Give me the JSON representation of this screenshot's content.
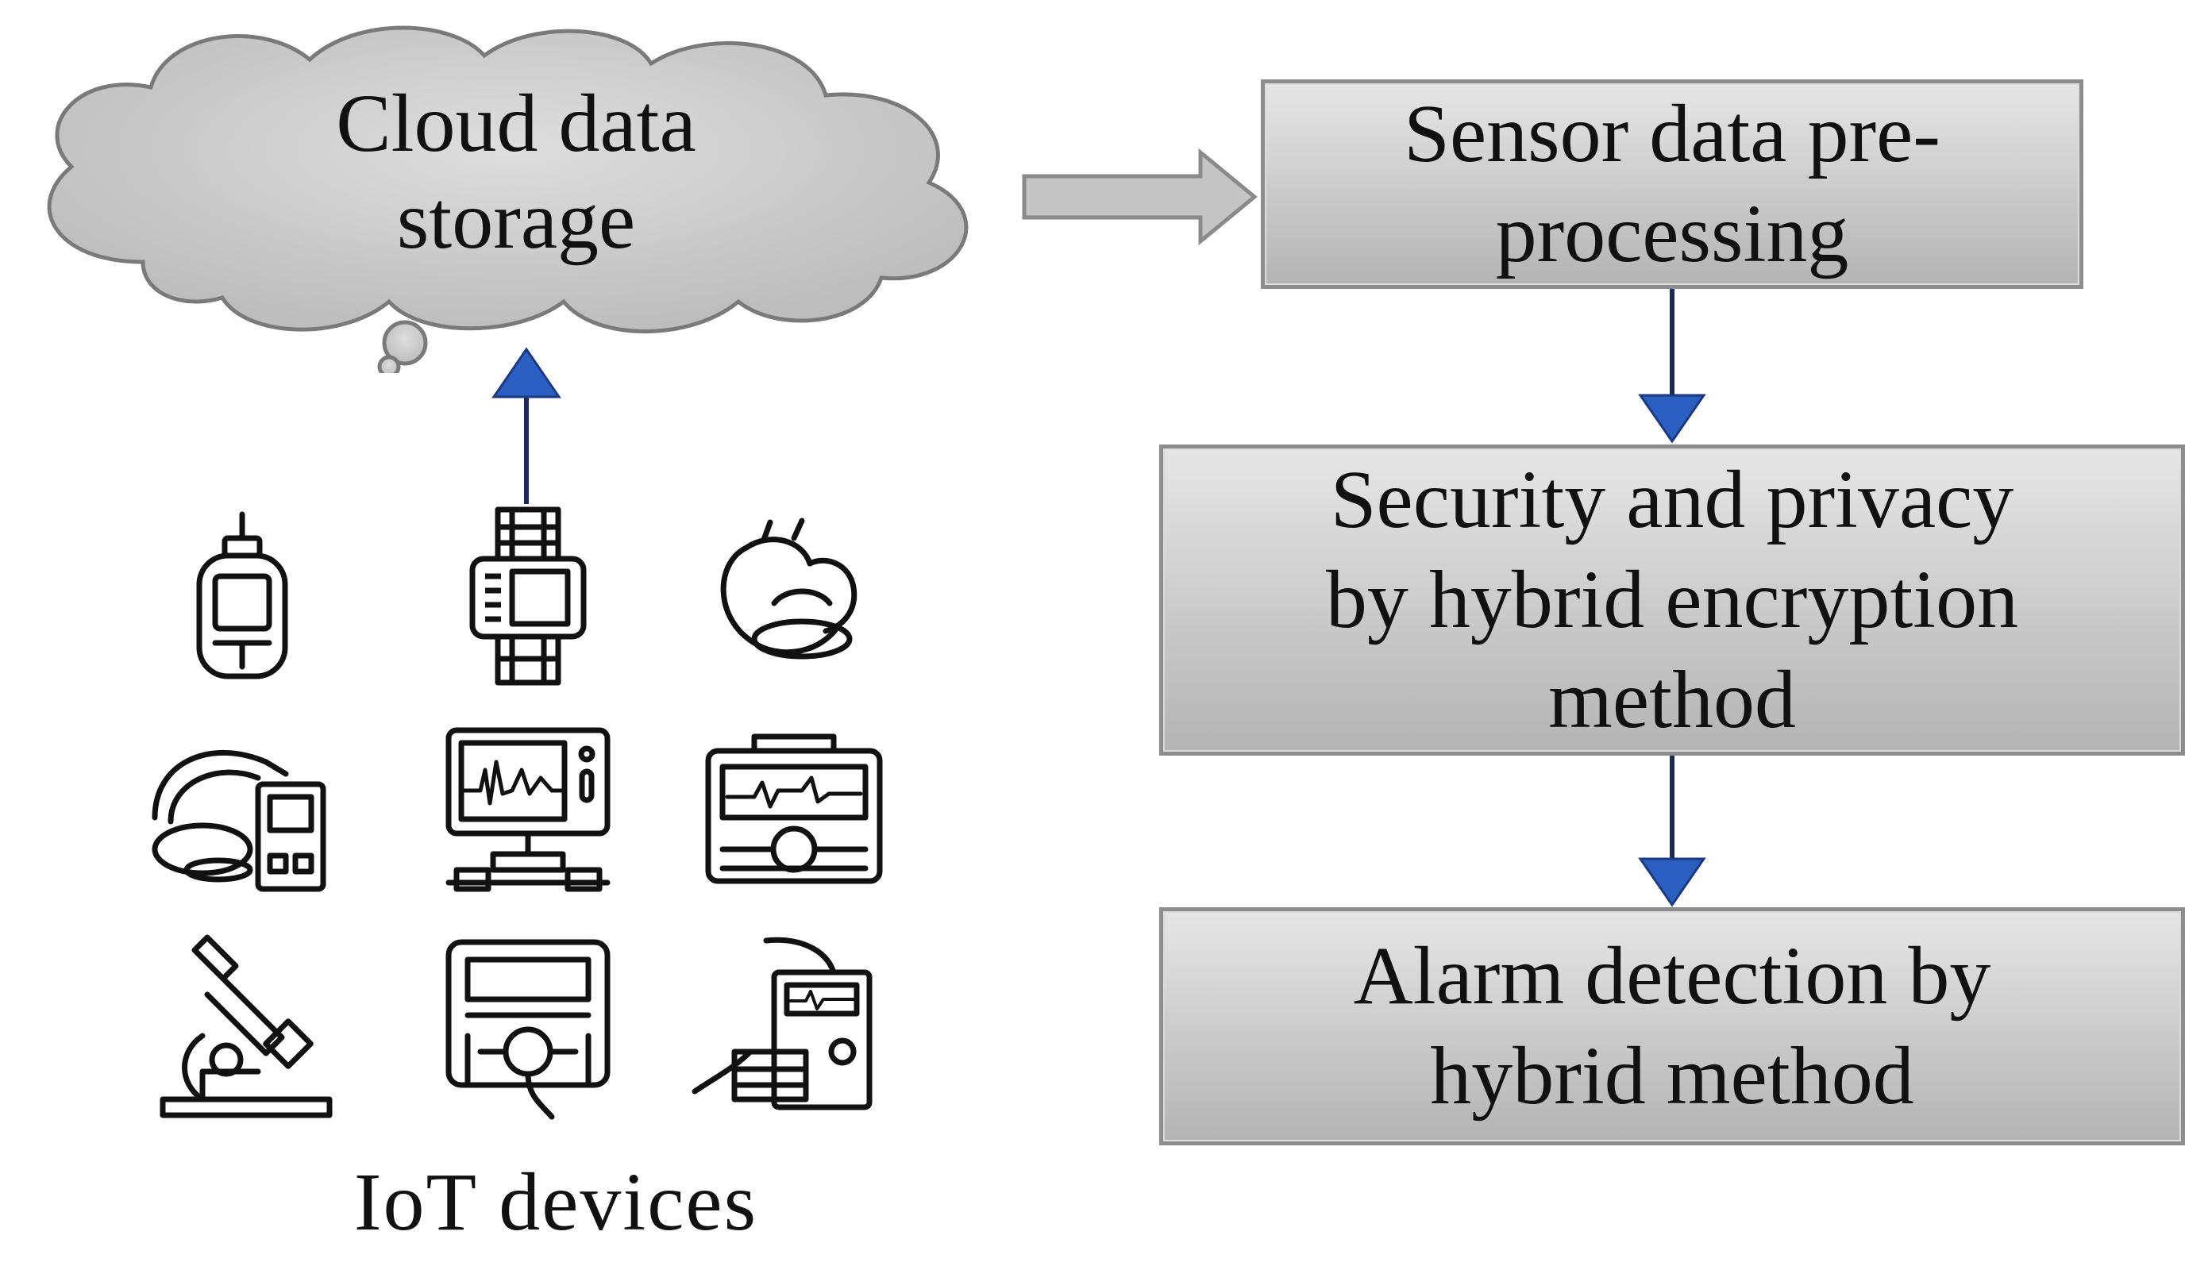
{
  "cloud": {
    "line1": "Cloud data",
    "line2": "storage",
    "icon": "cloud-icon"
  },
  "steps": [
    {
      "line1": "Sensor data pre-",
      "line2": "processing"
    },
    {
      "line1": "Security and privacy",
      "line2": "by hybrid encryption",
      "line3": "method"
    },
    {
      "line1": "Alarm detection by",
      "line2": "hybrid method"
    }
  ],
  "iot": {
    "label": "IoT devices",
    "devices": [
      "glucose-meter-icon",
      "smartwatch-icon",
      "heart-icon",
      "blood-pressure-monitor-icon",
      "ecg-monitor-icon",
      "defibrillator-icon",
      "microscope-icon",
      "medical-scanner-icon",
      "patient-monitor-icon"
    ]
  },
  "colors": {
    "arrow_blue": "#1f4fa8",
    "box_gray": "#c4c4c4",
    "cloud_gray": "#cfcfcf",
    "outline": "#7a7a7a"
  }
}
